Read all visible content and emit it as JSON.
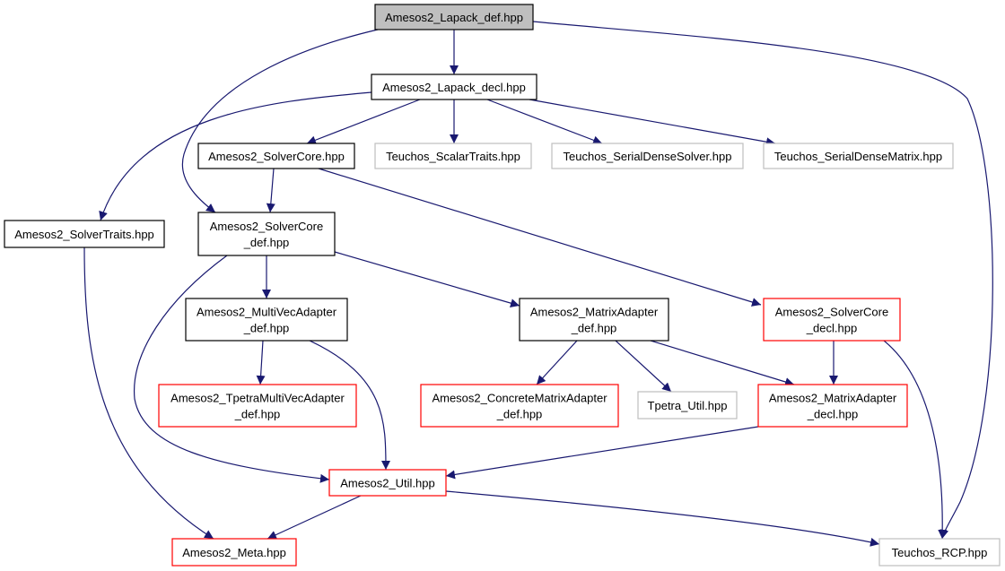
{
  "graph": {
    "colors": {
      "edge": "#191970",
      "root_fill": "#bfbfbf",
      "documented": "#000000",
      "incomplete": "#ff0000",
      "external": "#bfbfbf",
      "background": "#ffffff"
    },
    "nodes": [
      {
        "id": "lapack-def",
        "lines": [
          "Amesos2_Lapack_def.hpp"
        ],
        "status": "root"
      },
      {
        "id": "lapack-decl",
        "lines": [
          "Amesos2_Lapack_decl.hpp"
        ],
        "status": "documented"
      },
      {
        "id": "solvercore",
        "lines": [
          "Amesos2_SolverCore.hpp"
        ],
        "status": "documented"
      },
      {
        "id": "scalartraits",
        "lines": [
          "Teuchos_ScalarTraits.hpp"
        ],
        "status": "external"
      },
      {
        "id": "serialdensesolver",
        "lines": [
          "Teuchos_SerialDenseSolver.hpp"
        ],
        "status": "external"
      },
      {
        "id": "serialdensematrix",
        "lines": [
          "Teuchos_SerialDenseMatrix.hpp"
        ],
        "status": "external"
      },
      {
        "id": "solvertraits",
        "lines": [
          "Amesos2_SolverTraits.hpp"
        ],
        "status": "documented"
      },
      {
        "id": "solvercore-def",
        "lines": [
          "Amesos2_SolverCore",
          "_def.hpp"
        ],
        "status": "documented"
      },
      {
        "id": "multivecadapter-def",
        "lines": [
          "Amesos2_MultiVecAdapter",
          "_def.hpp"
        ],
        "status": "documented"
      },
      {
        "id": "matrixadapter-def",
        "lines": [
          "Amesos2_MatrixAdapter",
          "_def.hpp"
        ],
        "status": "documented"
      },
      {
        "id": "solvercore-decl",
        "lines": [
          "Amesos2_SolverCore",
          "_decl.hpp"
        ],
        "status": "incomplete"
      },
      {
        "id": "tpetramultivecadapter-def",
        "lines": [
          "Amesos2_TpetraMultiVecAdapter",
          "_def.hpp"
        ],
        "status": "incomplete"
      },
      {
        "id": "concretematrixadapter-def",
        "lines": [
          "Amesos2_ConcreteMatrixAdapter",
          "_def.hpp"
        ],
        "status": "incomplete"
      },
      {
        "id": "tpetra-util",
        "lines": [
          "Tpetra_Util.hpp"
        ],
        "status": "external"
      },
      {
        "id": "matrixadapter-decl",
        "lines": [
          "Amesos2_MatrixAdapter",
          "_decl.hpp"
        ],
        "status": "incomplete"
      },
      {
        "id": "util",
        "lines": [
          "Amesos2_Util.hpp"
        ],
        "status": "incomplete"
      },
      {
        "id": "meta",
        "lines": [
          "Amesos2_Meta.hpp"
        ],
        "status": "incomplete"
      },
      {
        "id": "rcp",
        "lines": [
          "Teuchos_RCP.hpp"
        ],
        "status": "external"
      }
    ],
    "edges": [
      {
        "from": "lapack-def",
        "to": "lapack-decl"
      },
      {
        "from": "lapack-def",
        "to": "solvercore-def"
      },
      {
        "from": "lapack-def",
        "to": "rcp"
      },
      {
        "from": "lapack-decl",
        "to": "solvertraits"
      },
      {
        "from": "lapack-decl",
        "to": "solvercore"
      },
      {
        "from": "lapack-decl",
        "to": "scalartraits"
      },
      {
        "from": "lapack-decl",
        "to": "serialdensesolver"
      },
      {
        "from": "lapack-decl",
        "to": "serialdensematrix"
      },
      {
        "from": "solvercore",
        "to": "solvercore-def"
      },
      {
        "from": "solvercore",
        "to": "solvercore-decl"
      },
      {
        "from": "solvertraits",
        "to": "meta"
      },
      {
        "from": "solvercore-def",
        "to": "multivecadapter-def"
      },
      {
        "from": "solvercore-def",
        "to": "matrixadapter-def"
      },
      {
        "from": "solvercore-def",
        "to": "util"
      },
      {
        "from": "multivecadapter-def",
        "to": "tpetramultivecadapter-def"
      },
      {
        "from": "multivecadapter-def",
        "to": "util"
      },
      {
        "from": "matrixadapter-def",
        "to": "concretematrixadapter-def"
      },
      {
        "from": "matrixadapter-def",
        "to": "tpetra-util"
      },
      {
        "from": "matrixadapter-def",
        "to": "matrixadapter-decl"
      },
      {
        "from": "solvercore-decl",
        "to": "matrixadapter-decl"
      },
      {
        "from": "solvercore-decl",
        "to": "rcp"
      },
      {
        "from": "matrixadapter-decl",
        "to": "util"
      },
      {
        "from": "util",
        "to": "meta"
      },
      {
        "from": "util",
        "to": "rcp"
      }
    ]
  }
}
